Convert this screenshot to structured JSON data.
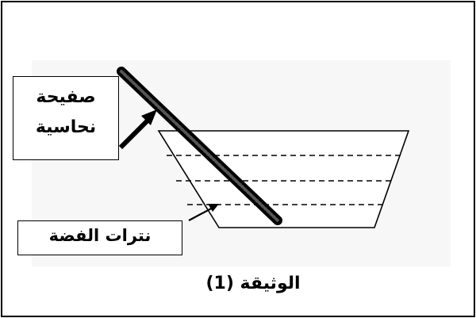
{
  "document": {
    "caption": "الوثيقة (1)"
  },
  "labels": {
    "copper_plate_line1": "صفيحة",
    "copper_plate_line2": "نحاسية",
    "silver_nitrate": "نترات الفضة"
  },
  "colors": {
    "ink": "#000000",
    "background_tint": "#f7f7f7"
  }
}
